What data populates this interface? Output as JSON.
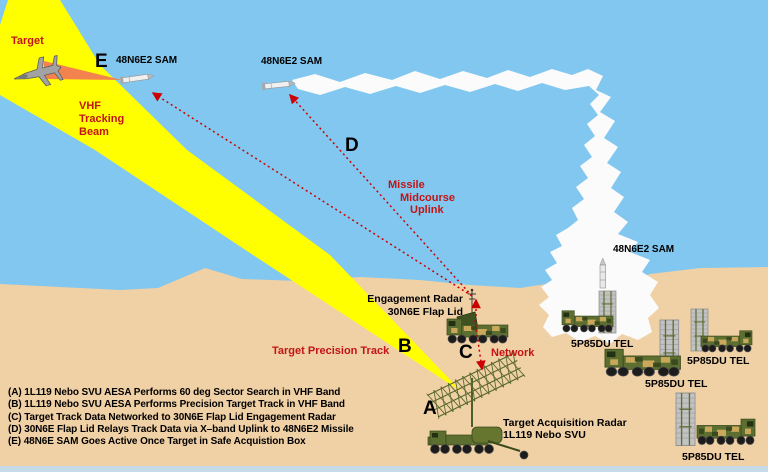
{
  "colors": {
    "sky": "#82C7EF",
    "sand": "#F0D0A5",
    "beam_yellow": "#FFFF00",
    "seeker_cone_orange": "#F2824E",
    "smoke_white": "#FBFBFB",
    "red_text": "#C21414",
    "arrow_red": "#CC0000",
    "black_text": "#000000",
    "bottom_strip": "#C7DAE8",
    "vehicle_olive": "#5C6E30",
    "launcher_tube_gray": "#C2C2C2"
  },
  "labels": {
    "target": "Target",
    "vhf_line1": "VHF",
    "vhf_line2": "Tracking",
    "vhf_line3": "Beam",
    "step_a": "A",
    "step_b": "B",
    "step_c": "C",
    "step_d": "D",
    "step_e": "E",
    "sam_e": "48N6E2 SAM",
    "sam_mid": "48N6E2 SAM",
    "sam_launch": "48N6E2 SAM",
    "mc_line1": "Missile",
    "mc_line2": "Midcourse",
    "mc_line3": "Uplink",
    "precision_track": "Target Precision Track",
    "network": "Network",
    "engagement_line1": "Engagement Radar",
    "engagement_line2": "30N6E Flap Lid",
    "acquisition_line1": "Target Acquisition Radar",
    "acquisition_line2": "1L119 Nebo SVU",
    "tel1": "5P85DU TEL",
    "tel2": "5P85DU TEL",
    "tel3": "5P85DU TEL",
    "tel4": "5P85DU TEL"
  },
  "legend": {
    "items": [
      "(A) 1L119 Nebo SVU AESA Performs 60 deg Sector Search in VHF Band",
      "(B) 1L119 Nebo SVU AESA Performs Precision Target Track in VHF Band",
      "(C) Target Track Data Networked to 30N6E Flap Lid Engagement Radar",
      "(D) 30N6E Flap Lid Relays Track Data via X–band Uplink to 48N6E2 Missile",
      "(E) 48N6E SAM Goes Active Once Target in Safe Acquistion Box"
    ]
  },
  "icons": {
    "aircraft": "target-aircraft-icon",
    "missile": "sam-missile-icon",
    "engagement_radar_vehicle": "flap-lid-radar-vehicle-icon",
    "acquisition_radar_vehicle": "nebo-svu-radar-vehicle-icon",
    "tel_vehicle": "tel-launcher-vehicle-icon",
    "smoke": "missile-smoke-trail",
    "vhf_beam": "vhf-beam-shape",
    "uplink_arrow": "red-dotted-arrow"
  }
}
